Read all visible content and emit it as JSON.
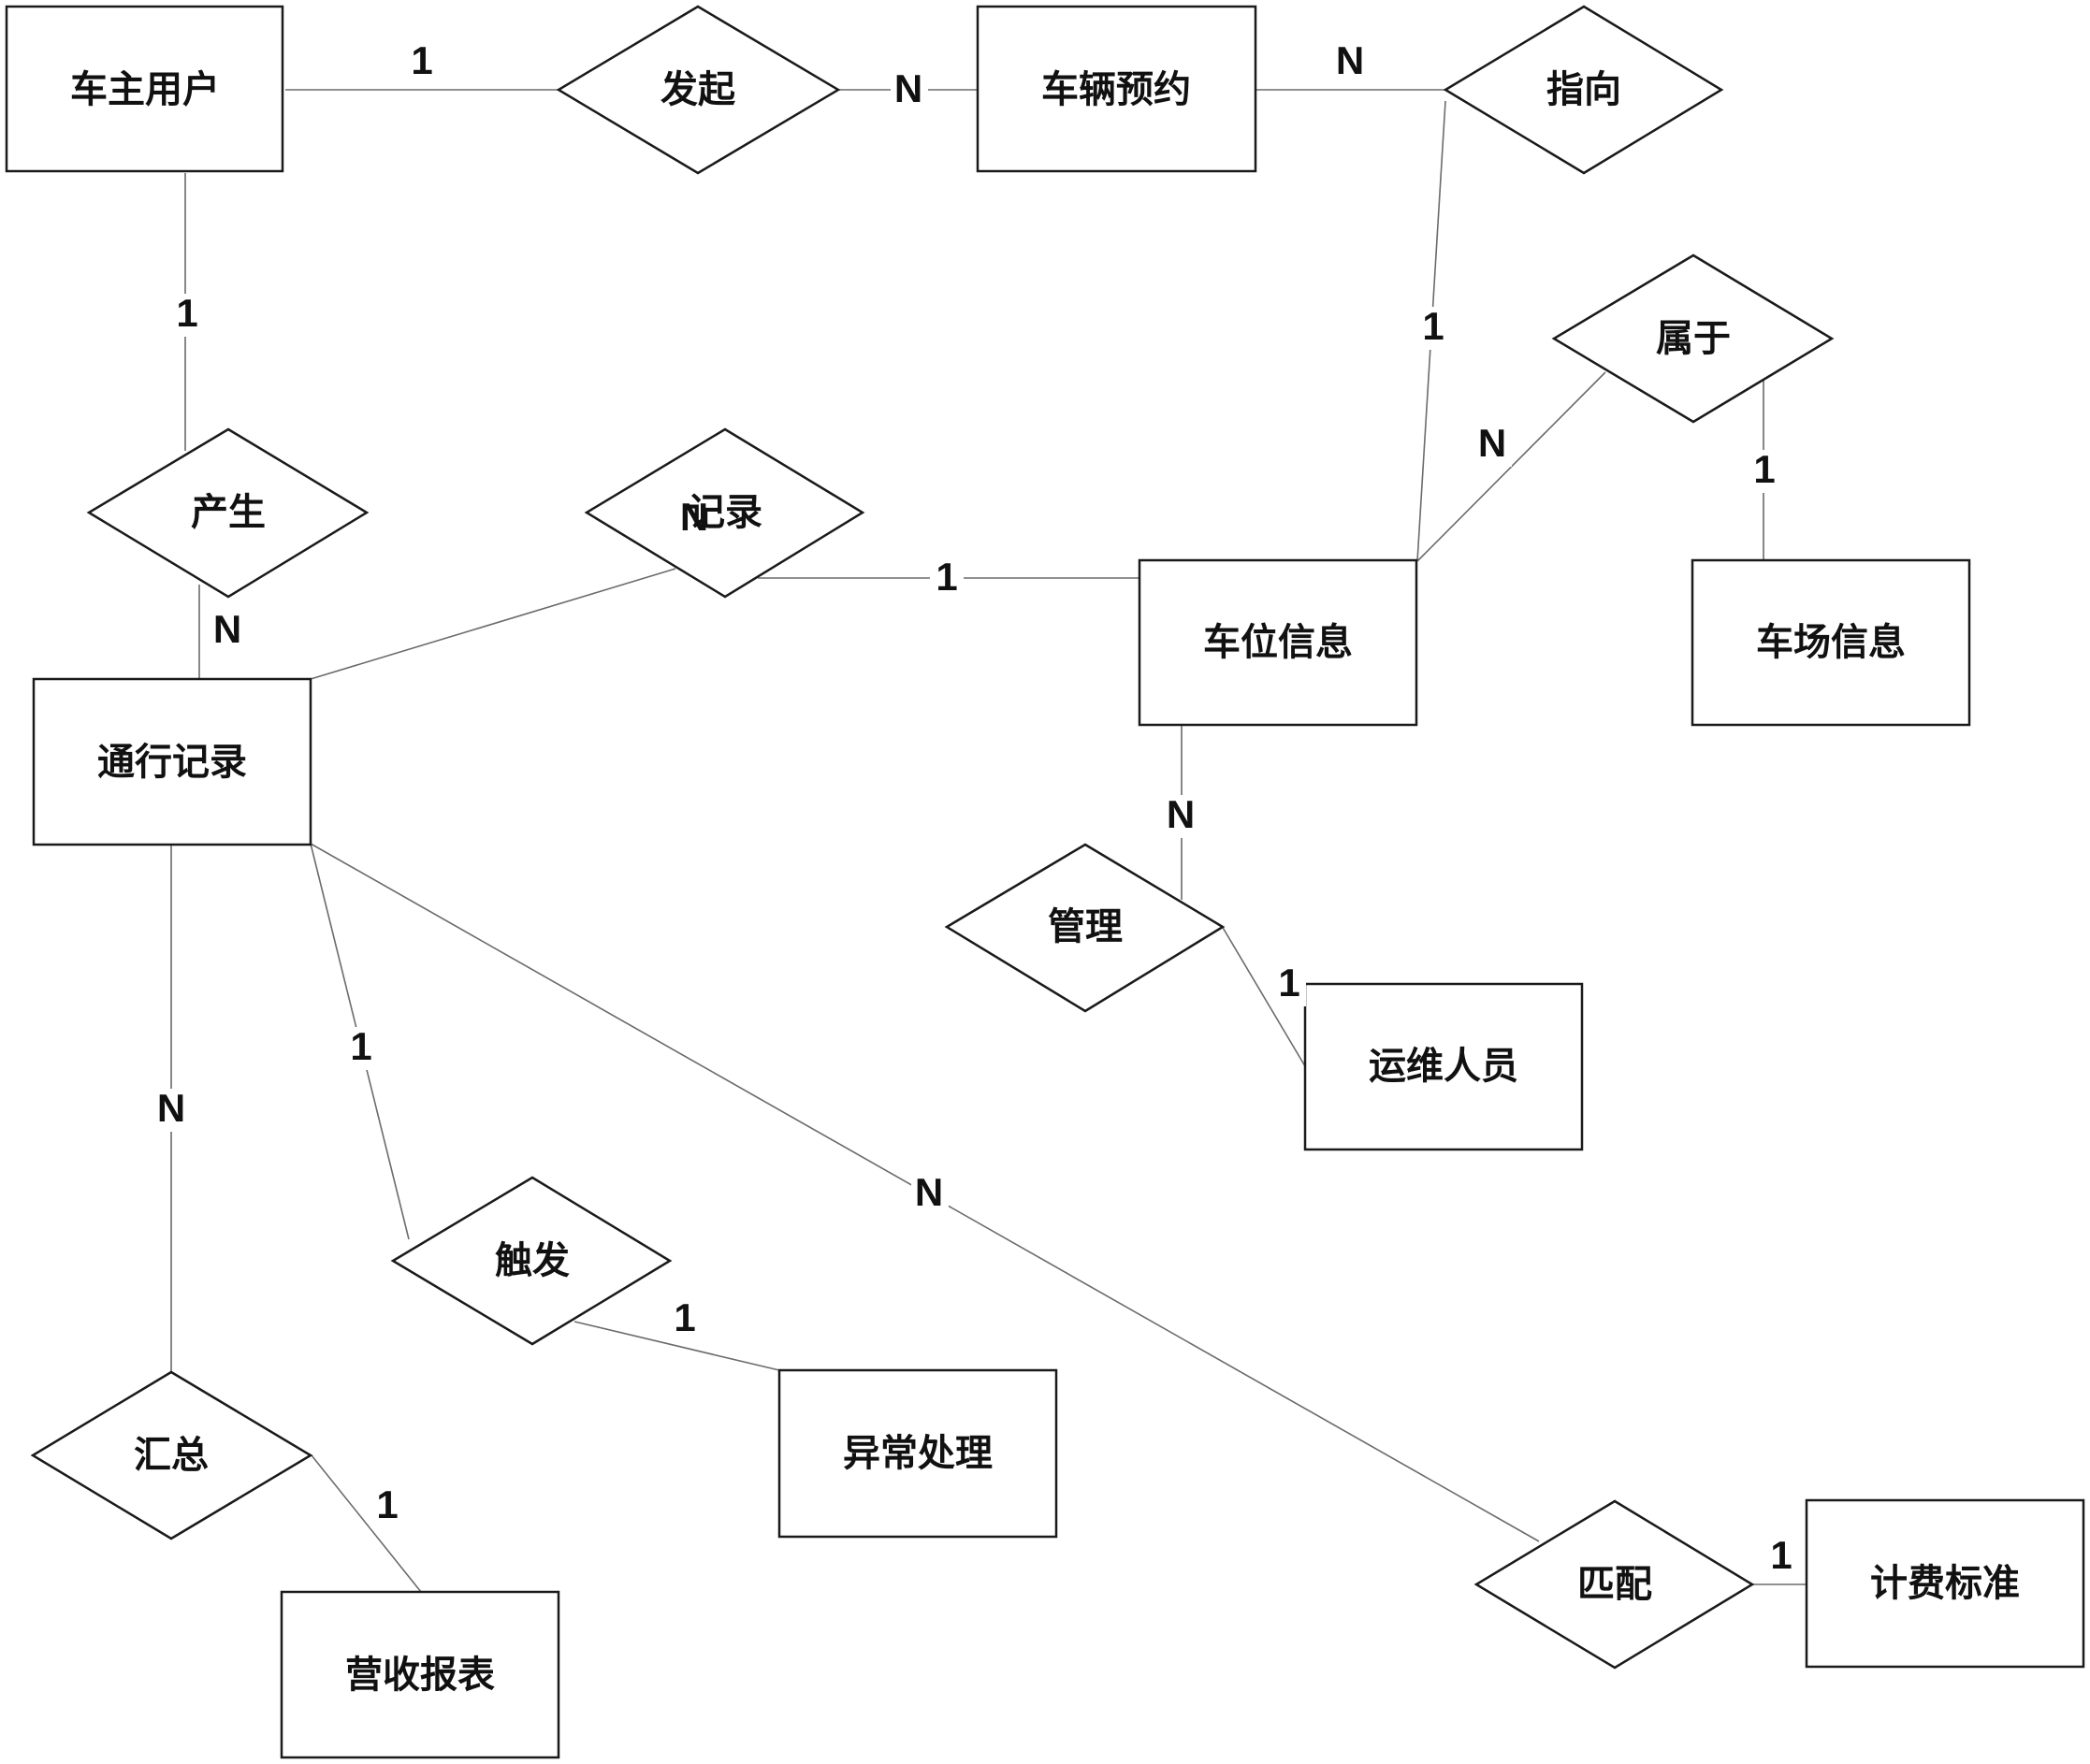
{
  "entities": {
    "car_owner": "车主用户",
    "reservation": "车辆预约",
    "pass_record": "通行记录",
    "space_info": "车位信息",
    "lot_info": "车场信息",
    "ops_staff": "运维人员",
    "exception": "异常处理",
    "revenue_report": "营收报表",
    "billing_standard": "计费标准"
  },
  "relationships": {
    "initiate": "发起",
    "point_to": "指向",
    "belong_to": "属于",
    "produce": "产生",
    "record": "记录",
    "manage": "管理",
    "trigger": "触发",
    "summarize": "汇总",
    "match": "匹配"
  },
  "cardinalities": {
    "owner_initiate": "1",
    "initiate_reservation": "N",
    "reservation_pointto": "N",
    "pointto_space": "1",
    "space_belongto": "N",
    "belongto_lot": "1",
    "owner_produce": "1",
    "produce_pass": "N",
    "record_pass": "N",
    "record_space": "1",
    "space_manage": "N",
    "manage_staff": "1",
    "pass_trigger": "1",
    "trigger_exception": "1",
    "pass_summarize": "N",
    "summarize_report": "1",
    "pass_match": "N",
    "match_billing": "1"
  },
  "colors": {
    "stroke": "#1a1a1a",
    "edge": "#6b6b6b",
    "background": "#ffffff",
    "text": "#111111"
  }
}
